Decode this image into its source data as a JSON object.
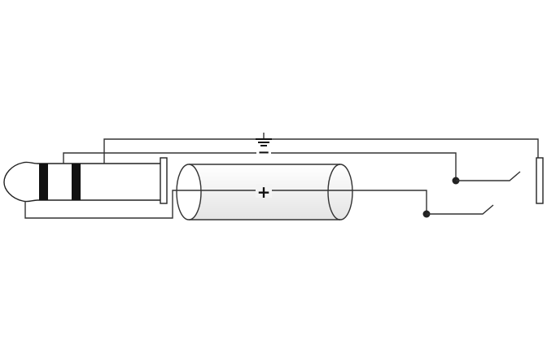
{
  "diagram": {
    "polarity": {
      "ground_label": "",
      "minus_label": "−",
      "plus_label": "+"
    },
    "colors": {
      "line": "#333333",
      "band": "#111111",
      "cable_fill_top": "#ffffff",
      "cable_fill_bottom": "#e6e6e6"
    },
    "components": {
      "left": "trs-jack-plug",
      "middle": "shielded-cable",
      "right": "dual-mono-switched-contacts"
    }
  }
}
